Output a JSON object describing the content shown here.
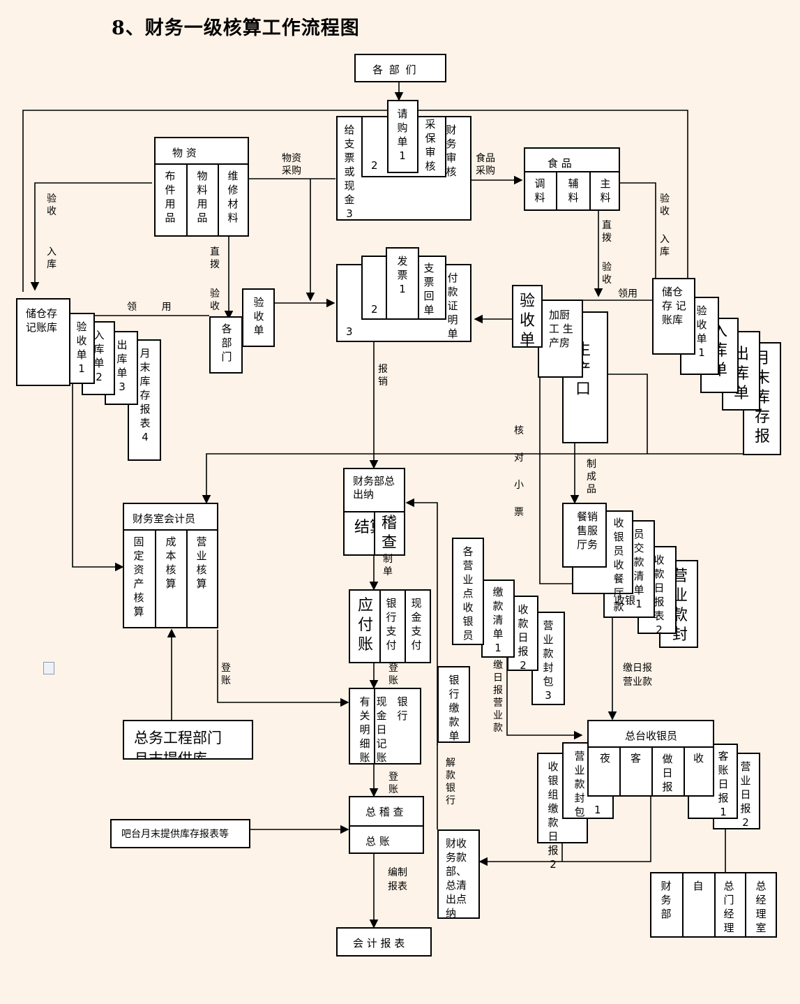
{
  "title": "8、财务一级核算工作流程图",
  "boxes": {
    "departments": "各  部  们",
    "request": "请购单1",
    "pay_ticket": "给支票或现金3",
    "purchase_review": "采保审核",
    "finance_review": "财务审核",
    "center_num_2": "2",
    "materials_header": "物    资",
    "mat_cloth": "布件用品",
    "mat_supplies": "物料用品",
    "mat_repair": "维修材料",
    "food_header": "食    品",
    "food_seasoning": "调料",
    "food_aux": "辅料",
    "food_main": "主料",
    "invoice": "发  票1",
    "cheque_return": "支票回单",
    "pay_proof": "付款证明单",
    "inv_num_2": "2",
    "inv_num_3": "3",
    "left_storage": "储仓存  记账库",
    "left_receipt": "验收单1",
    "left_in": "入库单2",
    "left_out": "出库单3",
    "left_month": "月末库存报表4",
    "acceptance_slip": "验收单",
    "each_dept": "各部门",
    "acceptance_big": "验收单",
    "kitchen": "加厨工  生产房",
    "production_big": "生产口",
    "right_storage": "储仓存  记账库",
    "right_receipt": "验收单1",
    "right_in": "入库单",
    "right_out": "出库单",
    "right_month": "月末库存报",
    "cashier": "财务部总出纳",
    "settle": "结算",
    "audit": "稽查",
    "acct_header": "财务室会计员",
    "fixed_assets": "固定资产核算",
    "cost": "成本核算",
    "business": "营业核算",
    "payable": "应付账",
    "bank_pay": "银行支付",
    "cash_pay": "现金支付",
    "detail": "有关明细账",
    "cash_journal": "现金日记账",
    "bank_journal": "银行",
    "engineering": "总务工程部门",
    "engineering_cut": "月末提供库",
    "bar": "吧台月末提供库存报表等",
    "audit_header": "总  稽  查",
    "ledger": "总        账",
    "report": "会  计  报  表",
    "pos_cashier": "各营业点收银员",
    "pay_list": "缴款清单1",
    "pay_daily": "收款日报2",
    "seal_bag": "营业款封包3",
    "bank_slip": "银行缴款单",
    "restaurant": "餐销售服厅务",
    "cashier_collect": "收银员收餐厅款",
    "staff_pay": "员交款清单1",
    "cash_daily": "收款日报表2",
    "business_cash": "营业款封",
    "cashier_label": "收银",
    "front_header": "总台收银员",
    "front_night": "夜",
    "front_guest": "客",
    "front_daily": "做日报",
    "front_recv": "收",
    "cash_group": "收银组缴款日报2",
    "seal_bag2": "营业款封包",
    "seal_num1": "1",
    "guest_daily": "客账日报1",
    "biz_daily": "营业日报2",
    "finance_cashier": "财收务款部、总清出点纳",
    "sig_fin": "财务部",
    "sig_self": "自",
    "sig_gm": "总门经理",
    "sig_office": "总经理室"
  },
  "labels": {
    "check_receive": "验收",
    "storage_in": "入库",
    "material_purchase": "物资采购",
    "food_purchase": "食品采购",
    "direct_a": "直拨",
    "check_a": "验收",
    "direct_b": "直拨",
    "check_b": "验收",
    "check_right": "验收",
    "in_right": "入库",
    "use_left": "领        用",
    "use_right": "领用",
    "reimburse": "报销",
    "verify_ticket": "核对小票",
    "finished": "制成品",
    "make_bill": "制单",
    "post1": "登账",
    "post2": "登账",
    "post3": "登账",
    "daily_cash": "缴日报营业款",
    "daily_cash2": "缴日报营业款",
    "release_bank": "解款银行",
    "compile": "编制报表"
  }
}
